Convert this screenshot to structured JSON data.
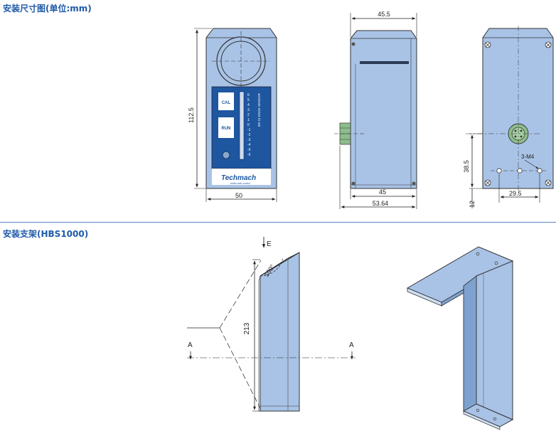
{
  "sections": {
    "dimensions_title": "安装尺寸图(单位:mm)",
    "bracket_title": "安装支架(HBS1000)"
  },
  "front_view": {
    "cal_label": "CAL",
    "run_label": "RUN",
    "brand": "Techmach",
    "slogan": "better web control",
    "sensor_label": "ER 15 EDGE SENSOR",
    "scale": [
      "6",
      "5",
      "4",
      "3",
      "2",
      "1",
      "0",
      "-1",
      "-2",
      "-3",
      "-4",
      "-5",
      "-6"
    ],
    "dim_height": "112.5",
    "dim_width": "50"
  },
  "side_view": {
    "dim_top": "45.5",
    "dim_bottom_inner": "45",
    "dim_bottom_outer": "53.64"
  },
  "back_view": {
    "dim_38_5": "38.5",
    "dim_12": "12",
    "dim_29_5": "29.5",
    "thread_label": "3-M4"
  },
  "bracket": {
    "dim_213": "213",
    "angle": "100°",
    "label_e": "E",
    "label_a_left": "A",
    "label_a_right": "A"
  },
  "colors": {
    "accent": "#1f5aa8",
    "body_fill": "#a9c3e6",
    "panel_fill": "#1e56a0"
  }
}
